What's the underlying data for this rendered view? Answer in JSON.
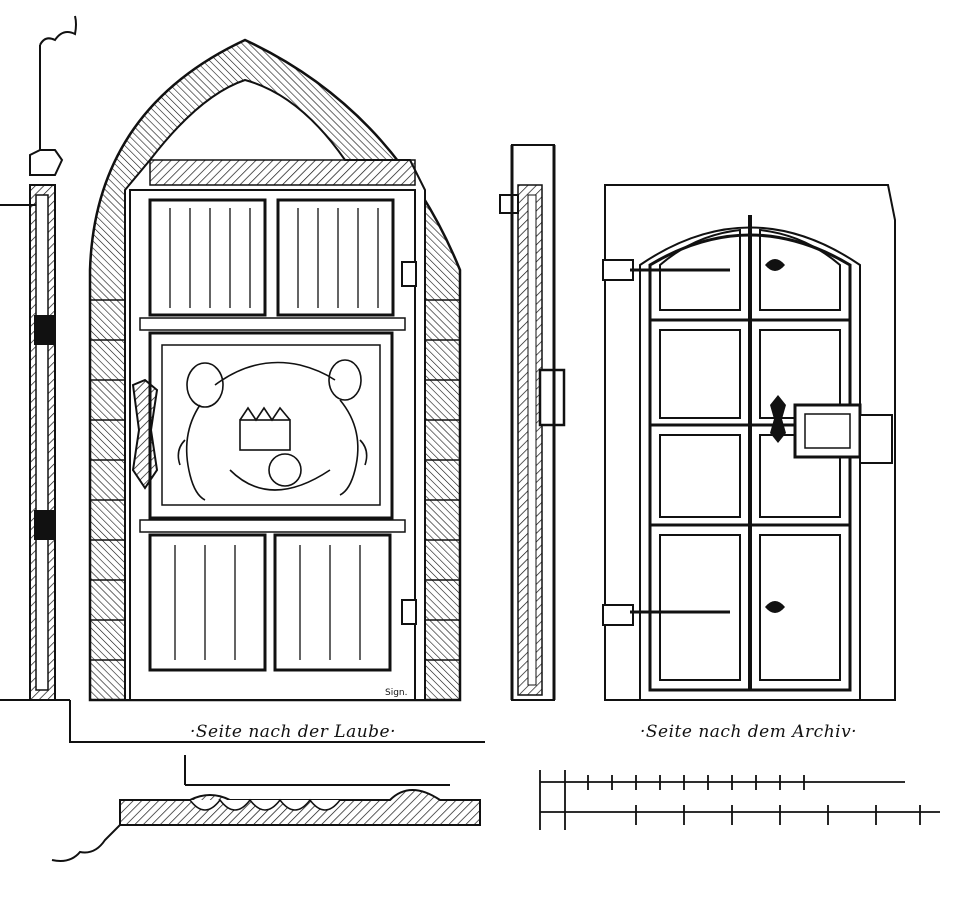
{
  "captions": {
    "left": "·Seite nach der Laube·",
    "right": "·Seite nach dem Archiv·"
  },
  "colors": {
    "ink": "#111111",
    "paper": "#ffffff",
    "fill": "#f4f4f4"
  },
  "signature": "Sign."
}
